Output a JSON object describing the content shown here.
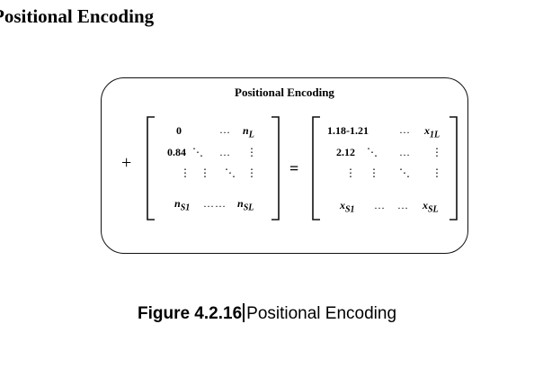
{
  "heading": "Positional Encoding",
  "box": {
    "title": "Positional Encoding",
    "plus": "+",
    "equals": "="
  },
  "left_matrix": {
    "r1c1": "0",
    "r1c2": "…",
    "r1c3_base": "n",
    "r1c3_sub": "L",
    "r2c1": "0.84",
    "r2c2": "⋱",
    "r2c3": "…",
    "r2c4": "⋮",
    "r3c1": "⋮",
    "r3c2": "⋮",
    "r3c3": "⋱",
    "r3c4": "⋮",
    "r4c1_base": "n",
    "r4c1_sub": "S1",
    "r4c2": "……",
    "r4c3_base": "n",
    "r4c3_sub": "SL"
  },
  "right_matrix": {
    "r1c1": "1.18",
    "r1c1b": "-1.21",
    "r1c2": "…",
    "r1c3_base": "x",
    "r1c3_sub": "1L",
    "r2c1": "2.12",
    "r2c2": "⋱",
    "r2c3": "…",
    "r2c4": "⋮",
    "r3c1": "⋮",
    "r3c2": "⋮",
    "r3c3": "⋱",
    "r3c4": "⋮",
    "r4c1_base": "x",
    "r4c1_sub": "S1",
    "r4c2": "…",
    "r4c3": "…",
    "r4c4_base": "x",
    "r4c4_sub": "SL"
  },
  "caption": {
    "number": "Figure 4.2.16",
    "text": "Positional Encoding"
  }
}
